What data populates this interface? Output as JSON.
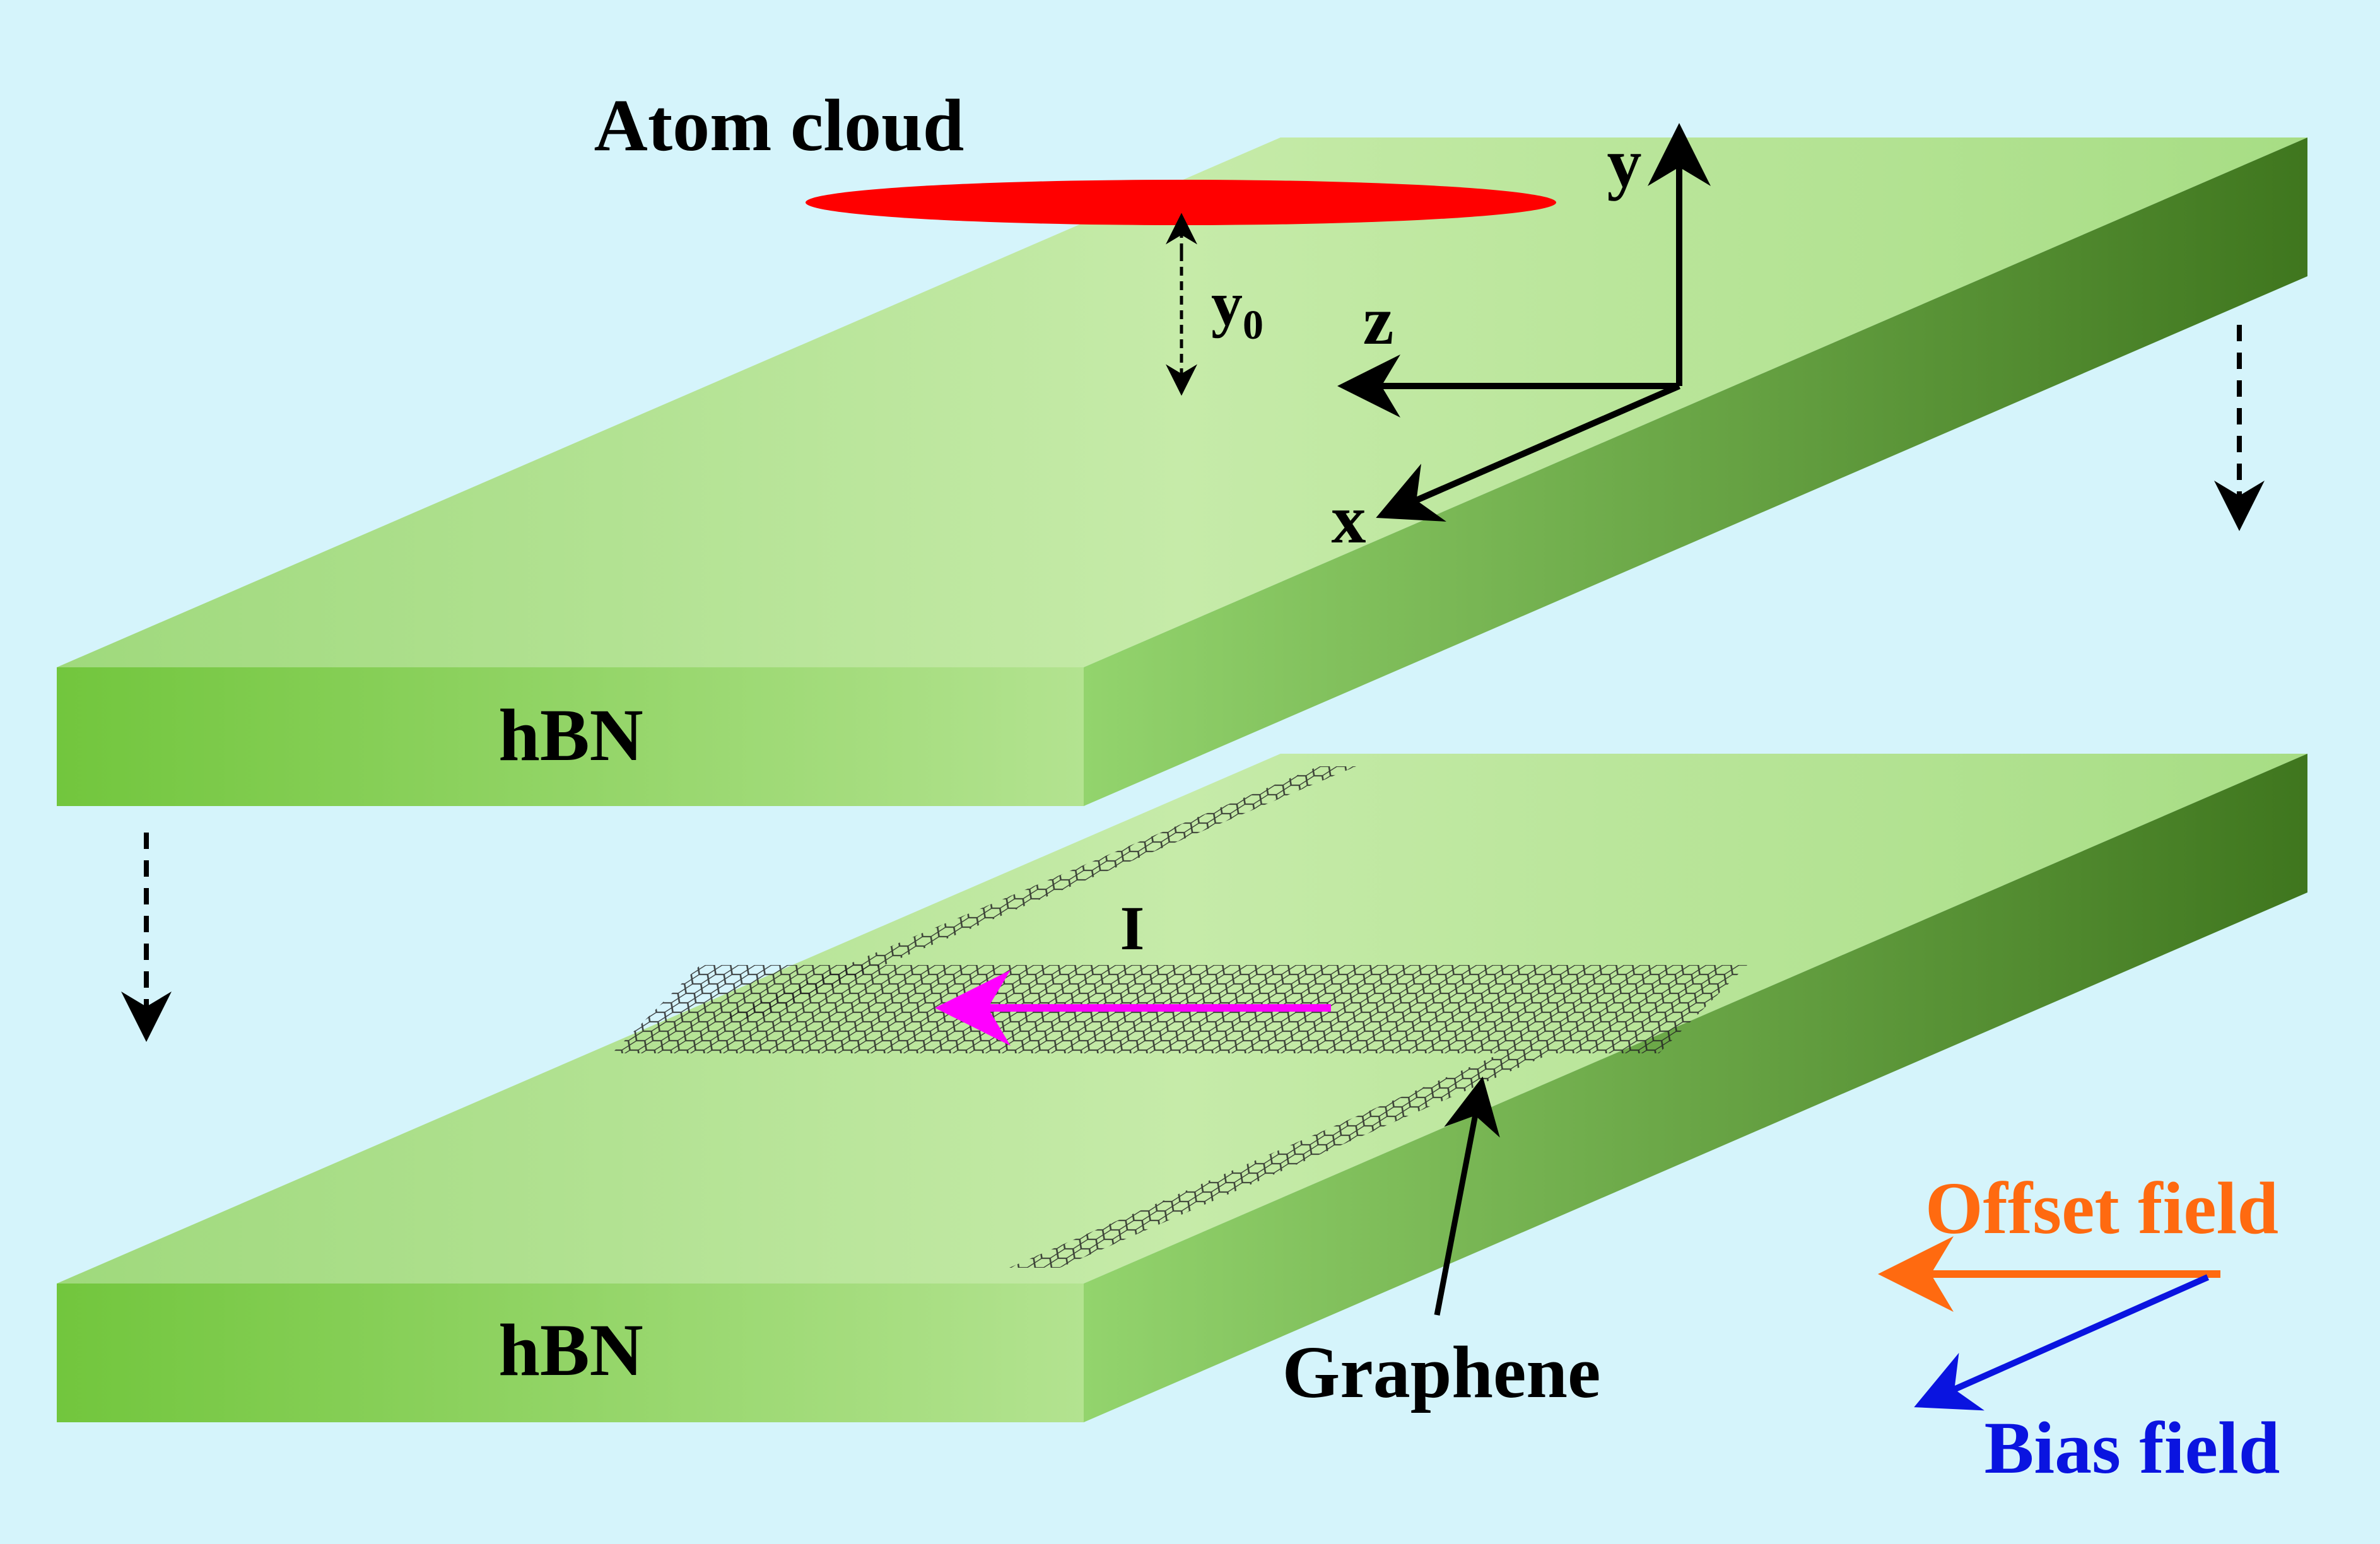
{
  "labels": {
    "atom_cloud": "Atom cloud",
    "y0_base": "y",
    "y0_sub": "0",
    "axis_y": "y",
    "axis_z": "z",
    "axis_x": "x",
    "hbn_top": "hBN",
    "hbn_bottom": "hBN",
    "current": "I",
    "graphene": "Graphene",
    "offset_field": "Offset field",
    "bias_field": "Bias field"
  },
  "colors": {
    "background": "#d5f4fb",
    "atom_cloud": "#ff0000",
    "current_arrow": "#ff00ff",
    "offset_field": "#ff6a10",
    "bias_field": "#0a14e0",
    "slab_light": "#c8ebb0",
    "slab_mid": "#9bd87a",
    "slab_side_dark": "#437a22"
  }
}
